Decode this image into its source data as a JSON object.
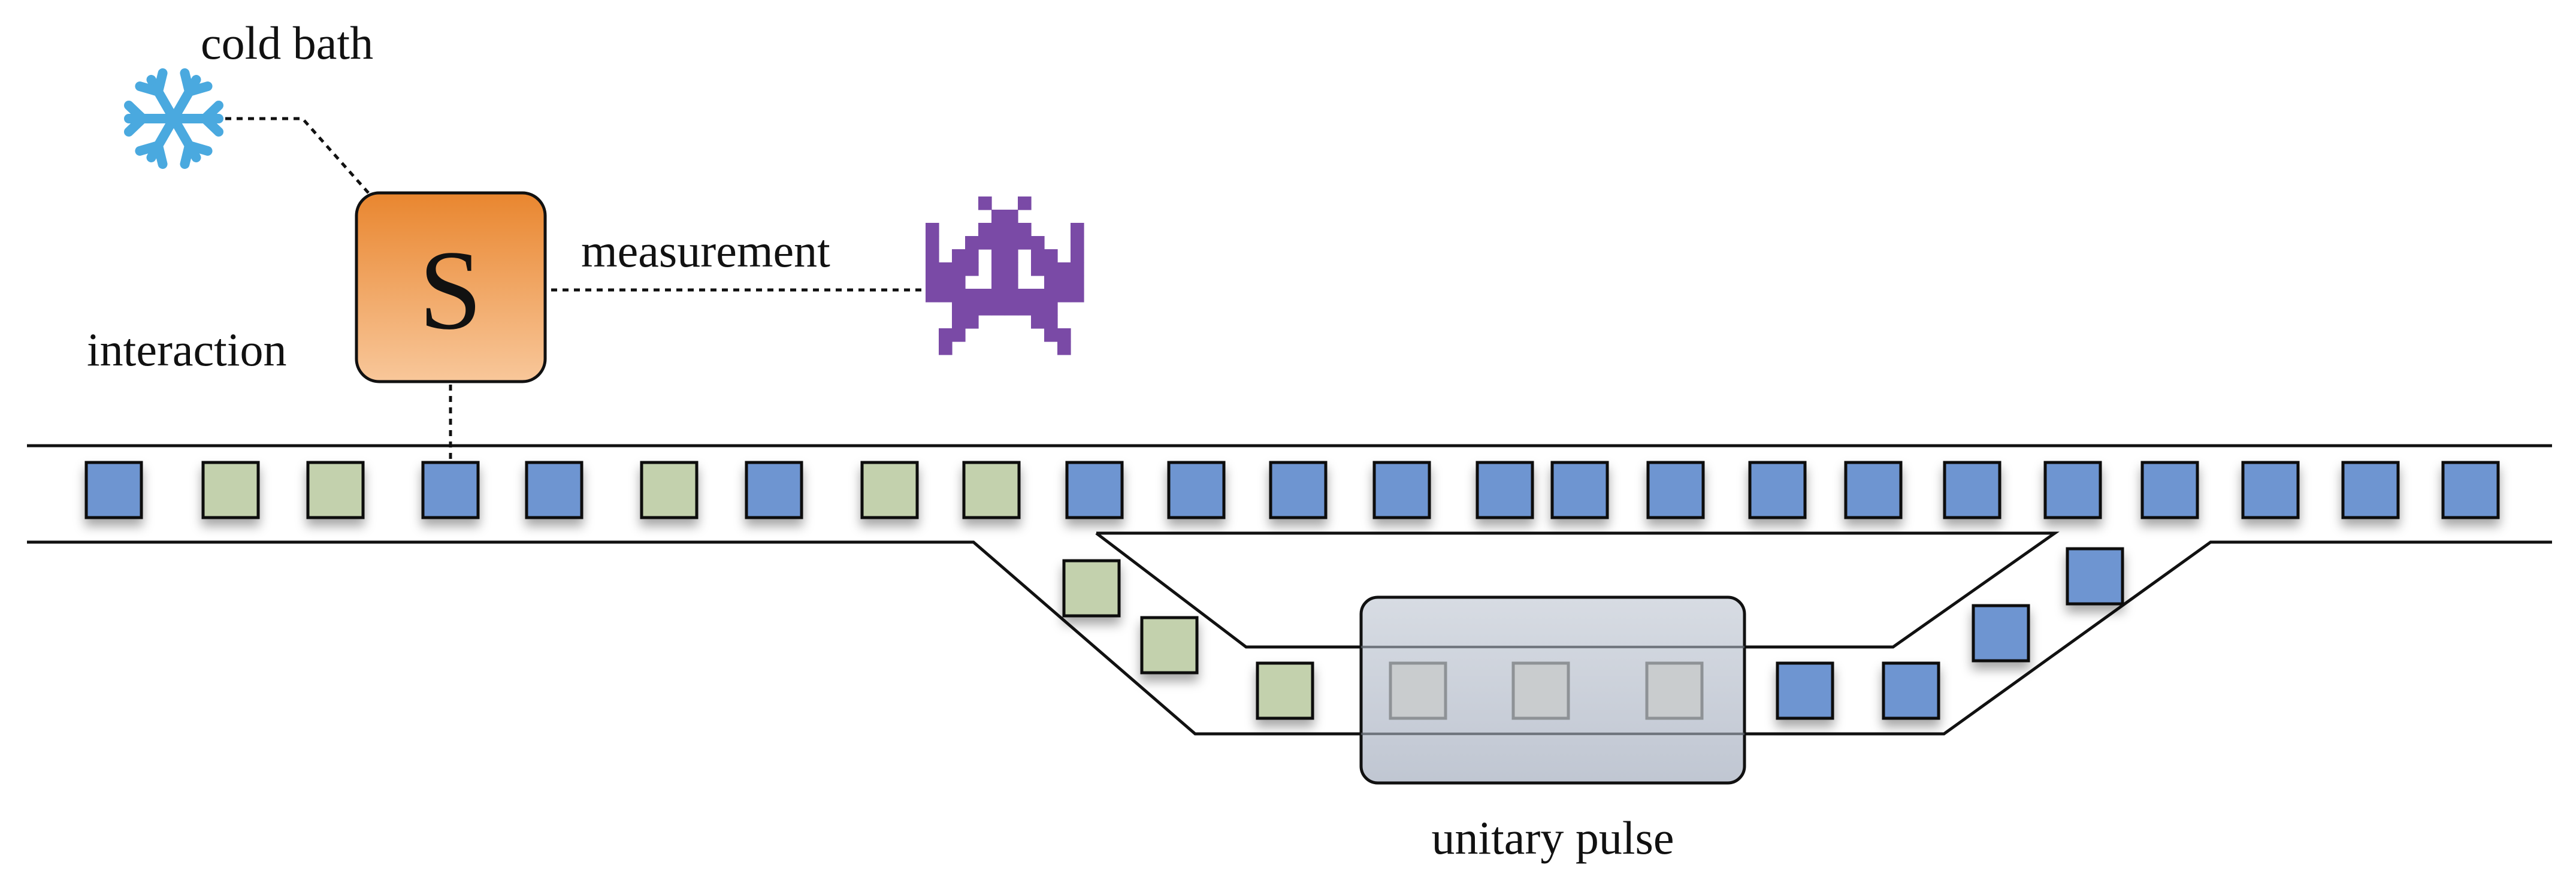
{
  "labels": {
    "cold_bath": "cold bath",
    "measurement": "measurement",
    "interaction": "interaction",
    "system": "S",
    "pulse": "unitary pulse"
  },
  "colors": {
    "system_top": "#e9862f",
    "system_bottom": "#f8c79a",
    "snowflake": "#4aa9df",
    "demon": "#7a4aa6",
    "cell_blue": "#6e95d1",
    "cell_green": "#c3d1ad",
    "cell_ghost": "#c9ccce",
    "pulse_fill": "#c4cad6"
  },
  "icons": {
    "bath": "snowflake-icon",
    "measurer": "space-invader-icon"
  },
  "tape": {
    "top_row": [
      "blue",
      "green",
      "green",
      "blue",
      "blue",
      "green",
      "blue",
      "green",
      "green",
      "blue",
      "blue",
      "blue",
      "blue",
      "blue",
      "blue",
      "blue",
      "blue",
      "blue",
      "blue",
      "blue",
      "blue",
      "blue",
      "blue",
      "blue"
    ],
    "lower_path": [
      "green",
      "green",
      "green",
      "ghost",
      "ghost",
      "ghost",
      "blue",
      "blue",
      "blue",
      "blue"
    ]
  }
}
